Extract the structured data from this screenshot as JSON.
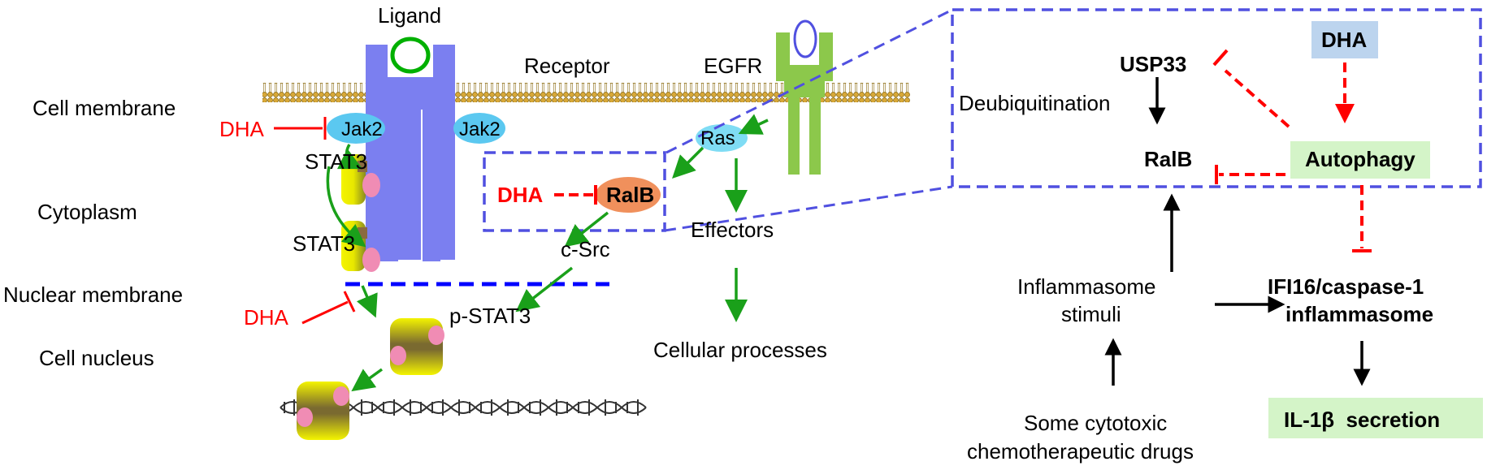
{
  "left": {
    "ligand": "Ligand",
    "receptor": "Receptor",
    "egfr": "EGFR",
    "cell_membrane": "Cell membrane",
    "cytoplasm": "Cytoplasm",
    "nuclear_membrane": "Nuclear membrane",
    "cell_nucleus": "Cell nucleus",
    "dha": "DHA",
    "jak2": "Jak2",
    "stat3": "STAT3",
    "ras": "Ras",
    "ralb": "RalB",
    "c_src": "c-Src",
    "effectors": "Effectors",
    "p_stat3": "p-STAT3",
    "cellular_processes": "Cellular processes"
  },
  "right": {
    "usp33": "USP33",
    "dha": "DHA",
    "deubiquitination": "Deubiquitination",
    "ralb": "RalB",
    "autophagy": "Autophagy",
    "inflammasome_stimuli_line1": "Inflammasome",
    "inflammasome_stimuli_line2": "stimuli",
    "ifi16_line1": "IFI16/caspase-1",
    "ifi16_line2": "inflammasome",
    "il1b": "IL-1β  secretion",
    "drugs_line1": "Some cytotoxic",
    "drugs_line2": "chemotherapeutic drugs"
  },
  "colors": {
    "receptor": "#7b7ff0",
    "egfr": "#8cc84b",
    "ligand": "#00b000",
    "jak2": "#5bc8f0",
    "ras": "#7fdcf4",
    "ralb": "#f0905c",
    "dashed_box": "#5050e0",
    "activation": "#1aa01a",
    "inhibition": "#ff0000",
    "dha_box": "#bcd4ee",
    "green_box": "#d4f4c8"
  }
}
